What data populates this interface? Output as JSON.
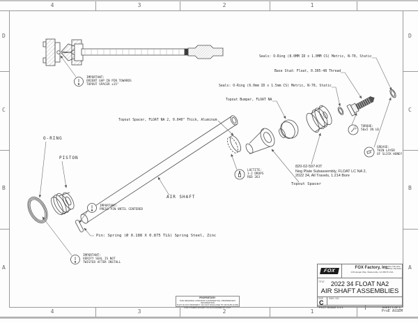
{
  "sheet": {
    "zones": {
      "top": [
        "4",
        "3",
        "2",
        "1"
      ],
      "bottom": [
        "4",
        "3",
        "2",
        "1"
      ],
      "left": [
        "D",
        "C",
        "B",
        "A"
      ],
      "right": [
        "D",
        "C",
        "B",
        "A"
      ]
    },
    "proe_label": "ProE ASSEM"
  },
  "icons": {
    "important": "exclamation-circle",
    "loctite": "bottle",
    "torque": "wrench",
    "grease": "tube"
  },
  "colors": {
    "drawing_line": "#4a4a4a",
    "frame_line": "#9a9a9a",
    "logo_bg": "#1a1a1a"
  },
  "notes": {
    "orient_gap": "IMPORTANT:\nORIENT GAP IN PIN TOWARDS\nTOPOUT SPACER ±15°",
    "press_pin": "IMPORTANT:\nPRESS PIN UNTIL CENTERED",
    "verify_seal": "IMPORTANT:\nVERIFY SEAL IS NOT\nTWISTED AFTER INSTALL",
    "loctite": "LOCTITE:\n1-2 DROPS\nRED 263",
    "torque": "TORQUE:\n50±5 IN LB",
    "grease": "GREASE:\nTHIN LAYER\nOF SLICK HONEY"
  },
  "labels": {
    "o_ring": "O-RING",
    "piston": "PISTON",
    "air_shaft": "AIR SHAFT",
    "pin_spring": "Pin: Spring (Ø 0.188 X 0.875 TLG) Spring Steel, Zinc",
    "topout_spacer_full": "Topout Spacer, FLOAT NA 2, 0.040\" Thick, Aluminum",
    "topout_spacer": "Topout Spacer",
    "topout_bumper": "Topout Bumper, FLOAT NA",
    "seals_8mm": "Seals: O-Ring (8.0MM ID x 1.0MM CS) Metric, N-70, Static",
    "base_stud": "Base Stud: Float, 0.305-48 Thread",
    "seals_6mm": "Seals: O-Ring (6.0mm ID x 1.5mm CS) Metric, N-70, Static",
    "neg_plate": "820-02-597-KIT\nNeg Plate Subassembly, FLOAT LC NA 2,\n2022 34, All Travels, 1.214 Bore"
  },
  "title_block": {
    "logo": "FOX",
    "company": "FOX Factory, Inc.",
    "address": "130 Hangar Way, Watsonville, CA 95076 USA",
    "phone": "PH 831-768-1100\nFAX 831-768-9342",
    "title_label": "TITLE",
    "title_line1": "2022 34 FLOAT NA2",
    "title_line2": "AIR SHAFT ASSEMBLIES",
    "size_label": "SIZE",
    "size_value": "C",
    "dwg_label": "DWG. NO.",
    "plot_scale": "PLOT SCALE 1:1:1",
    "sheet_info": "SHEET 1 OF 1"
  },
  "proprietary": {
    "heading": "PROPRIETARY:",
    "body": "THIS DRAWING CONTAINS CONFIDENTIAL, PROPRIETARY INFORMATION\nTHAT IS FOX PROPERTY.  DO NOT DISCLOSE TO OR DUPLICATE\nFOR OTHERS EXCEPT AS AUTHORIZED BY FOX."
  }
}
